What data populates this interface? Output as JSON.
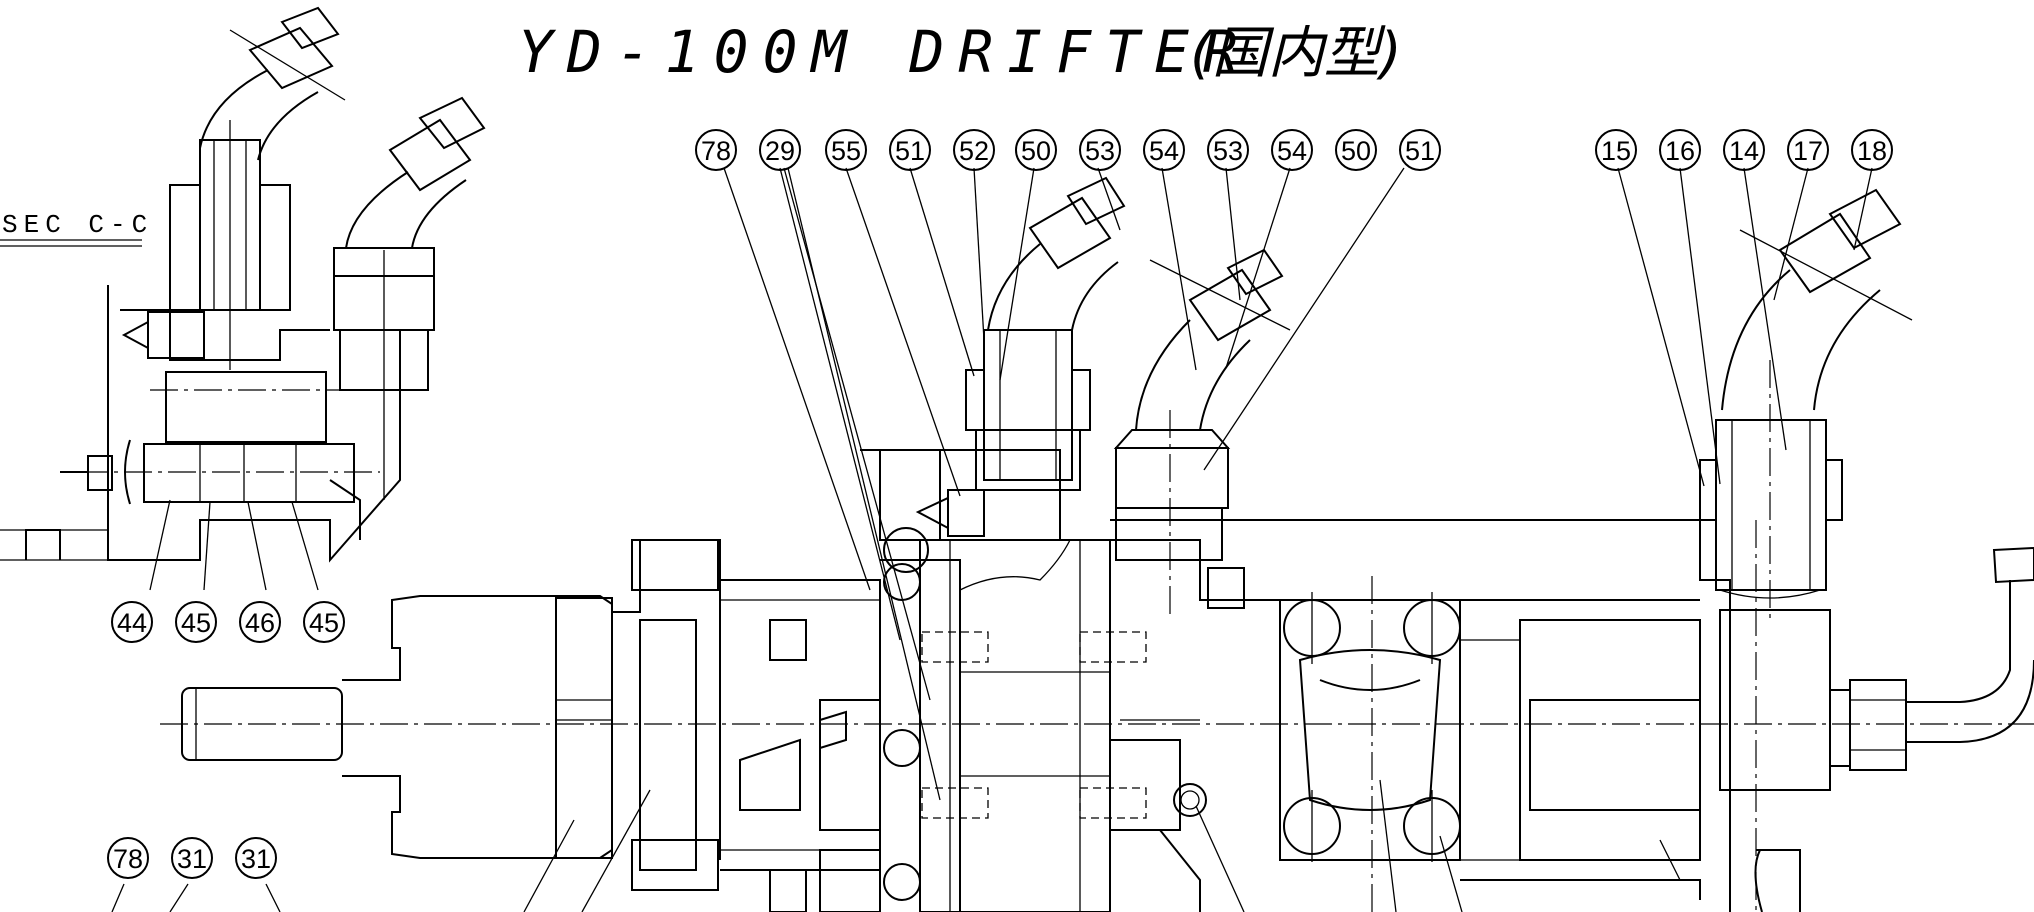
{
  "title": {
    "main": "YD-100M DRIFTER",
    "sub": "(国内型)"
  },
  "section_label": "SEC C-C",
  "callouts": {
    "top_row": [
      "78",
      "29",
      "55",
      "51",
      "52",
      "50",
      "53",
      "54",
      "53",
      "54",
      "50",
      "51"
    ],
    "top_right": [
      "15",
      "16",
      "14",
      "17",
      "18"
    ],
    "section_bottom": [
      "44",
      "45",
      "46",
      "45"
    ],
    "lower_left": [
      "78",
      "31",
      "31"
    ]
  }
}
